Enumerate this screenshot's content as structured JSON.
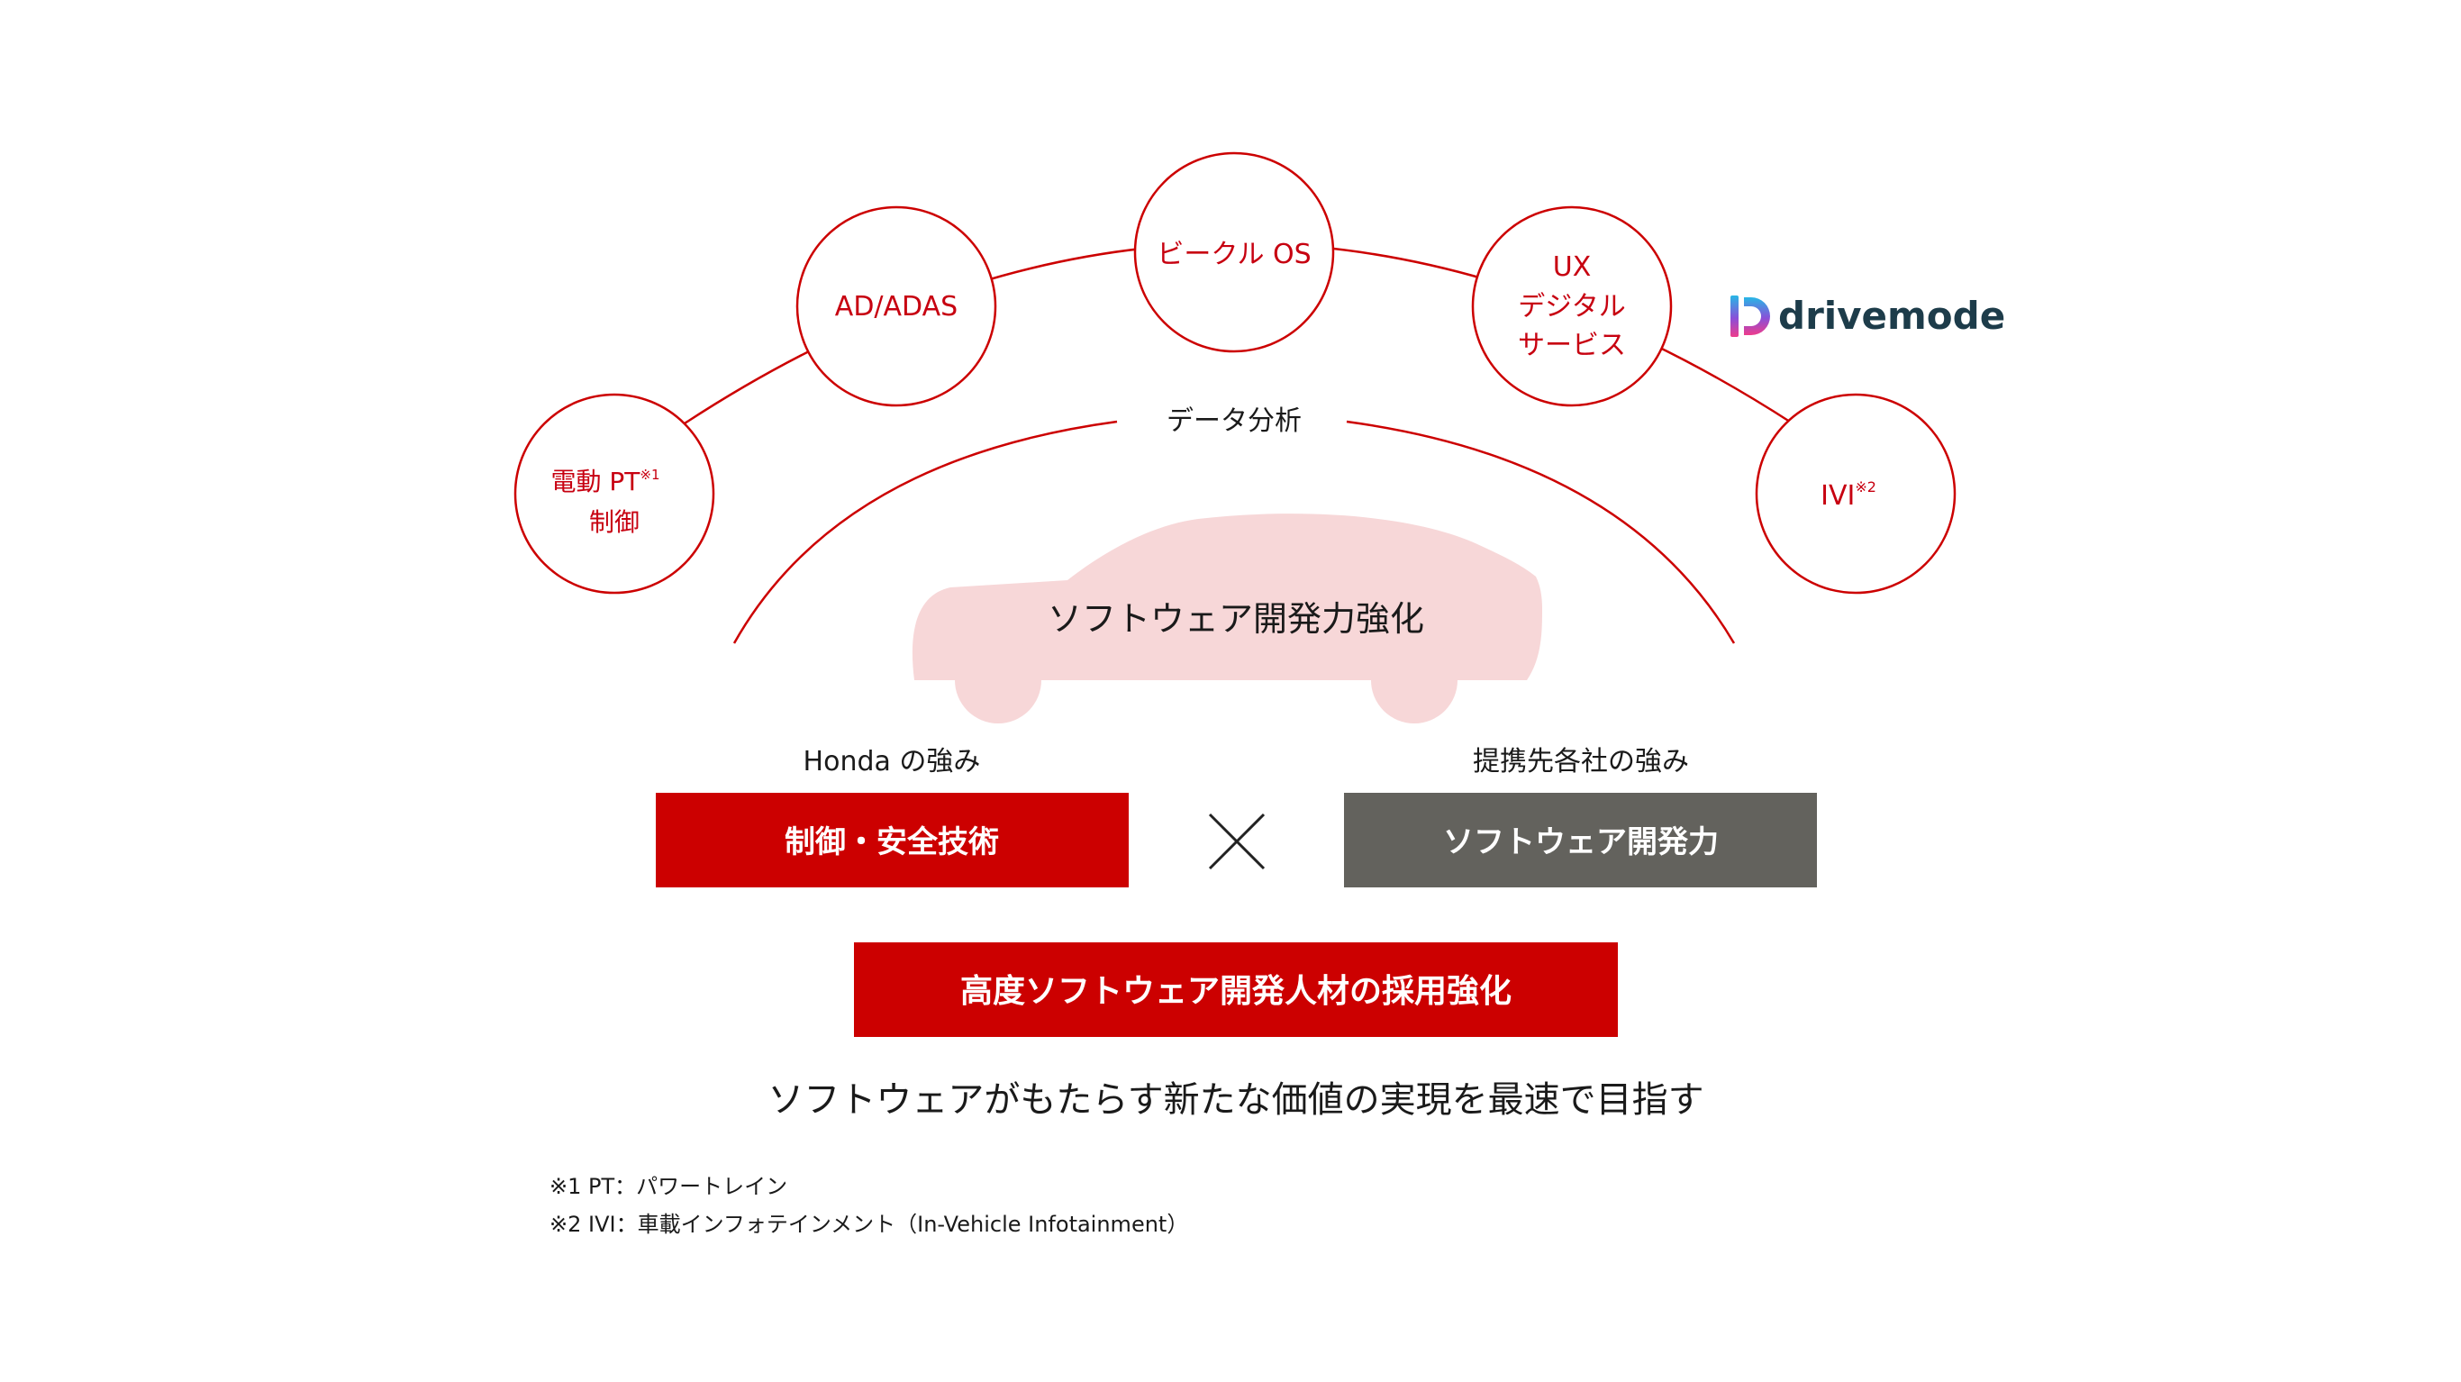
{
  "colors": {
    "brand_red": "#cc0000",
    "gray_box": "#63625d",
    "car_fill": "#f7d7d8",
    "text_red": "#c70010",
    "logo_text": "#1d3c4a"
  },
  "circles": [
    {
      "id": "pt",
      "lines": [
        "電動 PT",
        "制御"
      ],
      "sup": "※1"
    },
    {
      "id": "adas",
      "lines": [
        "AD/ADAS"
      ],
      "sup": ""
    },
    {
      "id": "os",
      "lines": [
        "ビークル OS"
      ],
      "sup": ""
    },
    {
      "id": "ux",
      "lines": [
        "UX",
        "デジタル",
        "サービス"
      ],
      "sup": ""
    },
    {
      "id": "ivi",
      "lines": [
        "IVI"
      ],
      "sup": "※2"
    }
  ],
  "logo": {
    "text": "drivemode",
    "icon": "drivemode-logo-icon"
  },
  "data_analysis_label": "データ分析",
  "car_label": "ソフトウェア開発力強化",
  "left": {
    "heading": "Honda の強み",
    "box_label": "制御・安全技術"
  },
  "right": {
    "heading": "提携先各社の強み",
    "box_label": "ソフトウェア開発力"
  },
  "multiply_icon": "multiply-icon",
  "hiring_box_label": "高度ソフトウェア開発人材の採用強化",
  "tagline": "ソフトウェアがもたらす新たな価値の実現を最速で目指す",
  "footnotes": [
    "※1  PT：パワートレイン",
    "※2  IVI：車載インフォテインメント（In-Vehicle Infotainment）"
  ]
}
